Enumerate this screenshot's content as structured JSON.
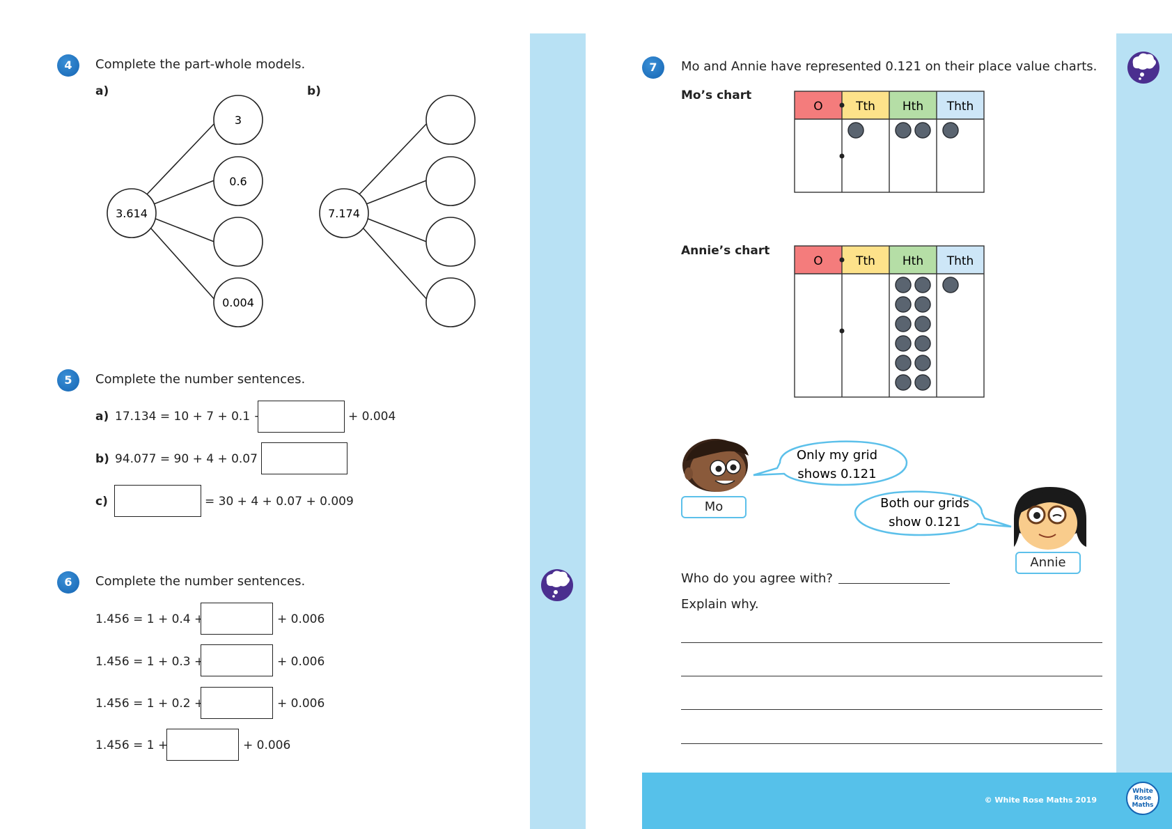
{
  "q4": {
    "number": "4",
    "text": "Complete the part-whole models.",
    "a_label": "a)",
    "b_label": "b)",
    "model_a": {
      "whole": "3.614",
      "parts": [
        "3",
        "0.6",
        "",
        "0.004"
      ]
    },
    "model_b": {
      "whole": "7.174",
      "parts": [
        "",
        "",
        "",
        ""
      ]
    }
  },
  "q5": {
    "number": "5",
    "text": "Complete the number sentences.",
    "rows": [
      {
        "label": "a)",
        "before": "17.134 = 10 + 7 + 0.1 +",
        "after": "+ 0.004"
      },
      {
        "label": "b)",
        "before": "94.077 = 90 + 4 + 0.07 +",
        "after": ""
      },
      {
        "label": "c)",
        "before": "",
        "after": "= 30 + 4 + 0.07 + 0.009"
      }
    ]
  },
  "q6": {
    "number": "6",
    "text": "Complete the number sentences.",
    "rows": [
      {
        "before": "1.456 = 1 + 0.4 +",
        "after": "+ 0.006"
      },
      {
        "before": "1.456 = 1 + 0.3 +",
        "after": "+ 0.006"
      },
      {
        "before": "1.456 = 1 + 0.2 +",
        "after": "+ 0.006"
      },
      {
        "before": "1.456 = 1 +",
        "after": "+ 0.006"
      }
    ]
  },
  "q7": {
    "number": "7",
    "text": "Mo and Annie have represented 0.121 on their place value charts.",
    "mo_chart_label": "Mo’s chart",
    "annie_chart_label": "Annie’s chart",
    "headers": [
      "O",
      "Tth",
      "Hth",
      "Thth"
    ],
    "header_colors": [
      "#f47c7c",
      "#fde28a",
      "#b5dea6",
      "#cde6f7"
    ],
    "mo_counters": [
      0,
      1,
      2,
      1
    ],
    "annie_counters": [
      0,
      0,
      12,
      1
    ],
    "mo_name": "Mo",
    "annie_name": "Annie",
    "mo_speech_line1": "Only my grid",
    "mo_speech_line2": "shows 0.121",
    "annie_speech_line1": "Both our grids",
    "annie_speech_line2": "show 0.121",
    "question": "Who do you agree with?",
    "explain": "Explain why."
  },
  "footer": {
    "copyright": "© White Rose Maths 2019",
    "logo_line1": "White",
    "logo_line2": "Rose",
    "logo_line3": "Maths"
  },
  "colors": {
    "strip": "#b8e1f4",
    "badge": "#1565b3",
    "speech_border": "#5cc0ea",
    "thought_purple": "#4b2f8f"
  }
}
